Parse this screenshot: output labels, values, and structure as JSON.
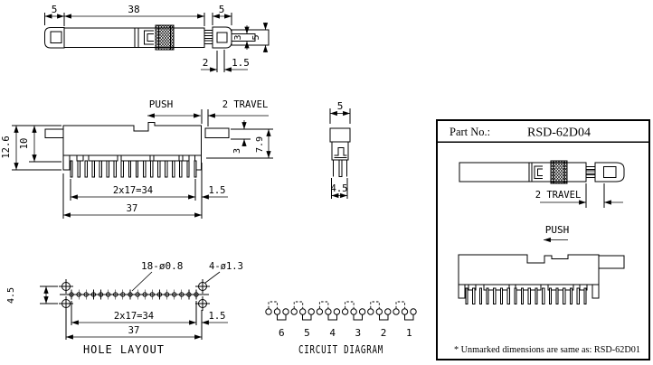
{
  "colors": {
    "ink": "#000000",
    "paper": "#ffffff"
  },
  "top_view": {
    "dim_left_width": "5",
    "dim_body_width": "38",
    "dim_right_width": "5",
    "dim_slot_height": "3",
    "dim_shaft_height": "5",
    "dim_travel": "2",
    "dim_offset": "1.5"
  },
  "front_view": {
    "push_label": "PUSH",
    "travel_label": "2 TRAVEL",
    "dim_total_height": "12.6",
    "dim_body_height": "10",
    "dim_knob_height": "3",
    "dim_upper_height": "7.9",
    "dim_pin_pitch": "2x17=34",
    "dim_body_width": "37",
    "dim_edge": "1.5"
  },
  "side_view": {
    "dim_width": "5",
    "dim_base_width": "4.5"
  },
  "hole_layout": {
    "title": "HOLE LAYOUT",
    "small_holes_label": "18-ø0.8",
    "big_holes_label": "4-ø1.3",
    "dim_row_spacing": "4.5",
    "dim_pitch": "2x17=34",
    "dim_width": "37",
    "dim_edge": "1.5"
  },
  "circuit_diagram": {
    "title": "CIRCUIT DIAGRAM",
    "positions": [
      "6",
      "5",
      "4",
      "3",
      "2",
      "1"
    ]
  },
  "part_box": {
    "label": "Part No.:",
    "part_no": "RSD-62D04",
    "travel_label": "2 TRAVEL",
    "push_label": "PUSH",
    "note": "* Unmarked dimensions are same as: RSD-62D01"
  }
}
